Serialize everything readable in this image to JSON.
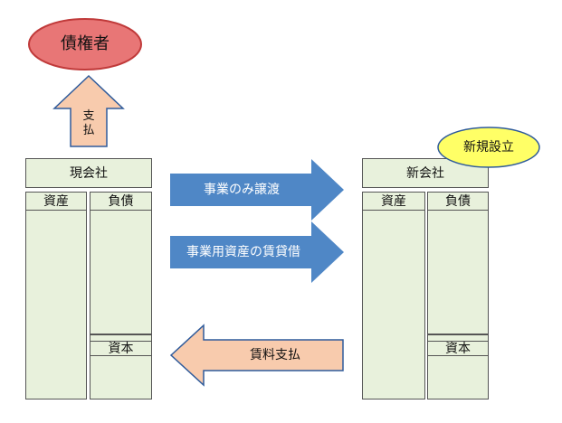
{
  "creditor": {
    "label": "債権者",
    "fill": "#e87676",
    "stroke": "#c03a3a"
  },
  "payment_up": {
    "label_line1": "支",
    "label_line2": "払",
    "fill": "#f8cbad",
    "stroke": "#2f5b9b"
  },
  "current_company": {
    "title": "現会社",
    "assets": "資産",
    "liabilities": "負債",
    "capital": "資本"
  },
  "new_company": {
    "title": "新会社",
    "assets": "資産",
    "liabilities": "負債",
    "capital": "資本",
    "badge": "新規設立"
  },
  "arrows": {
    "business_transfer": "事業のみ譲渡",
    "asset_lease": "事業用資産の賃貸借",
    "rent_payment": "賃料支払"
  },
  "colors": {
    "box_fill": "#e8f1dc",
    "blue_arrow": "#4f87c6",
    "orange_arrow": "#f8cbad",
    "badge_fill": "#ffff66"
  }
}
